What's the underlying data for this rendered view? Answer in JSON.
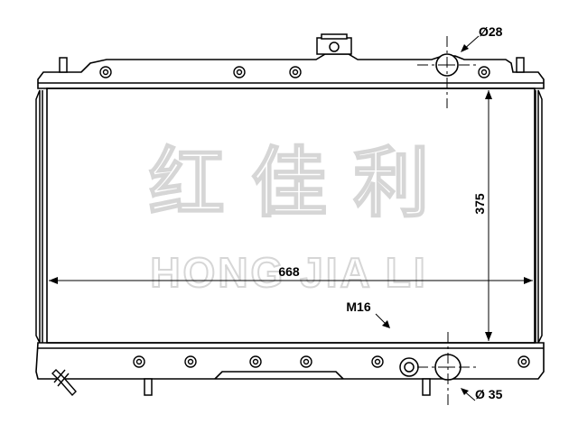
{
  "watermark": {
    "chinese": "红 佳 利",
    "latin": "HONG JIA LI"
  },
  "dimensions": {
    "width": "668",
    "height": "375",
    "inlet_diameter": "Ø28",
    "outlet_diameter": "Ø 35",
    "drain_thread": "M16"
  }
}
